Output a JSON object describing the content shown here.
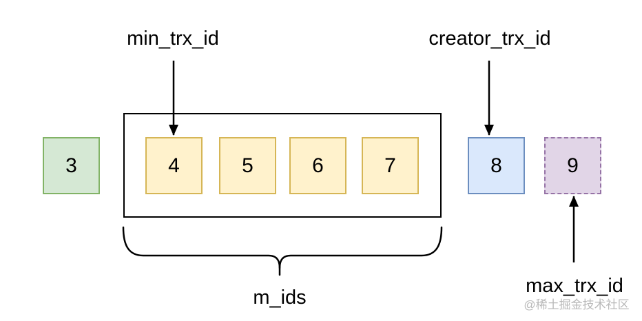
{
  "annotations": {
    "min_trx_id": "min_trx_id",
    "creator_trx_id": "creator_trx_id",
    "max_trx_id": "max_trx_id",
    "m_ids": "m_ids"
  },
  "boxes": [
    {
      "value": "3",
      "style": "green"
    },
    {
      "value": "4",
      "style": "yellow"
    },
    {
      "value": "5",
      "style": "yellow"
    },
    {
      "value": "6",
      "style": "yellow"
    },
    {
      "value": "7",
      "style": "yellow"
    },
    {
      "value": "8",
      "style": "blue"
    },
    {
      "value": "9",
      "style": "purple-dashed"
    }
  ],
  "watermark": "@稀土掘金技术社区",
  "colors": {
    "green_fill": "#d5e8d4",
    "green_stroke": "#82b366",
    "yellow_fill": "#fff2cc",
    "yellow_stroke": "#d6b656",
    "blue_fill": "#dae8fc",
    "blue_stroke": "#6c8ebf",
    "purple_fill": "#e1d5e7",
    "purple_stroke": "#9673a6",
    "line": "#000000",
    "watermark": "#b9b9b9"
  }
}
